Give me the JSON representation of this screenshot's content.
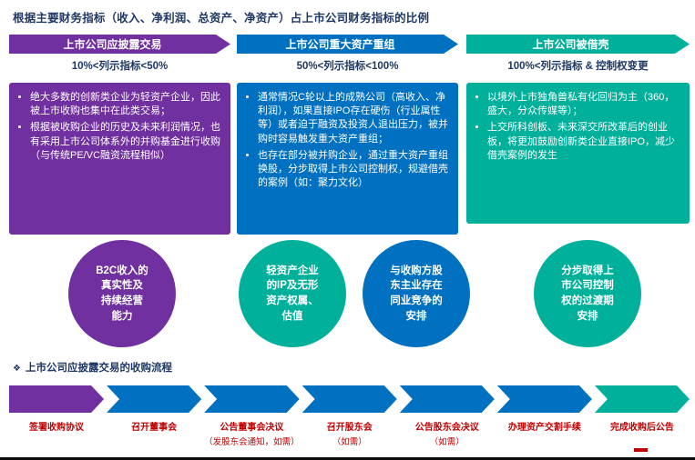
{
  "title": "根据主要财务指标（收入、净利润、总资产、净资产）占上市公司财务指标的比例",
  "colors": {
    "purple": "#7030A0",
    "blue": "#0070C0",
    "teal": "#00B09B",
    "navy_text": "#1F3864",
    "red_text": "#C00000"
  },
  "columns": [
    {
      "header": "上市公司应披露交易",
      "criteria": "10%<列示指标<50%",
      "bullets": [
        "绝大多数的创新类企业为轻资产企业，因此被上市收购也集中在此类交易；",
        "根据被收购企业的历史及未来利润情况，也有采用上市公司体系外的并购基金进行收购（与传统PE/VC融资流程相似）"
      ]
    },
    {
      "header": "上市公司重大资产重组",
      "criteria": "50%<列示指标<100%",
      "bullets": [
        "通常情况C轮以上的成熟公司（高收入、净利润），如果直接IPO存在硬伤（行业属性等）或者迫于融资及投资人退出压力，被并购时容易触发重大资产重组；",
        "也存在部分被并购企业，通过重大资产重组换股，分步取得上市公司控制权，规避借壳的案例（如：聚力文化）"
      ]
    },
    {
      "header": "上市公司被借壳",
      "criteria": "100%<列示指标 & 控制权变更",
      "bullets": [
        "以境外上市独角兽私有化回归为主（360，盛大，分众传媒等）；",
        "上交所科创板、未来深交所改革后的创业板，将更加鼓励创新类企业直接IPO，减少借壳案例的发生"
      ]
    }
  ],
  "circles": [
    {
      "text": "B2C收入的\n真实性及\n持续经营\n能力"
    },
    {
      "text": "轻资产企业\n的IP及无形\n资产权属、\n估值"
    },
    {
      "text": "与收购方股\n东主业存在\n同业竞争的\n安排"
    },
    {
      "text": "分步取得上\n市公司控制\n权的过渡期\n安排"
    }
  ],
  "process": {
    "heading_icon": "❖",
    "heading": "上市公司应披露交易的收购流程",
    "steps": [
      {
        "label": "签署收购协议",
        "sub": ""
      },
      {
        "label": "召开董事会",
        "sub": ""
      },
      {
        "label": "公告董事会决议",
        "sub": "（发股东会通知，如需）"
      },
      {
        "label": "召开股东会",
        "sub": "（如需）"
      },
      {
        "label": "公告股东会决议",
        "sub": "（如需）"
      },
      {
        "label": "办理资产交割手续",
        "sub": ""
      },
      {
        "label": "完成收购后公告",
        "sub": ""
      }
    ]
  }
}
